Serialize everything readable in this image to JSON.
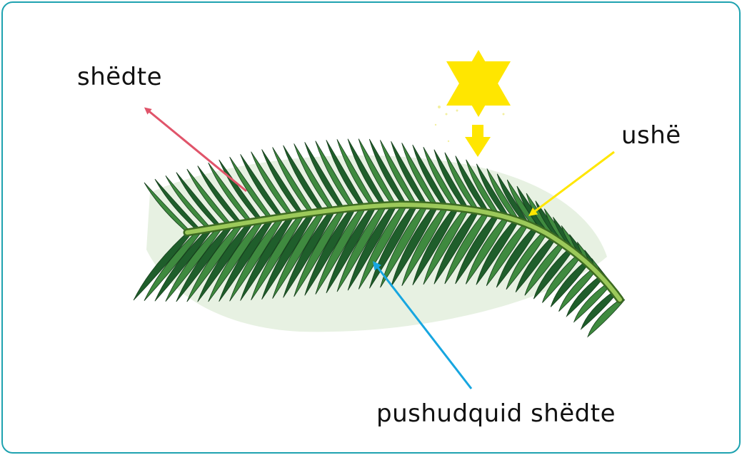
{
  "labels": {
    "leaf": "shëdte",
    "vein": "ushë",
    "leaf_blade": "pushudquid shëdte"
  },
  "colors": {
    "frame": "#1ea2b0",
    "leaf_arrow": "#e0546a",
    "vein_arrow": "#ffe600",
    "blade_arrow": "#17a6e0",
    "sun": "#ffe600",
    "leaf_dark": "#1f5e2b",
    "leaf_mid": "#3f8a3f",
    "rachis": "#8fbf4a"
  },
  "icons": {
    "sun": "six-point-star-icon",
    "down_arrow": "arrow-down-icon"
  }
}
